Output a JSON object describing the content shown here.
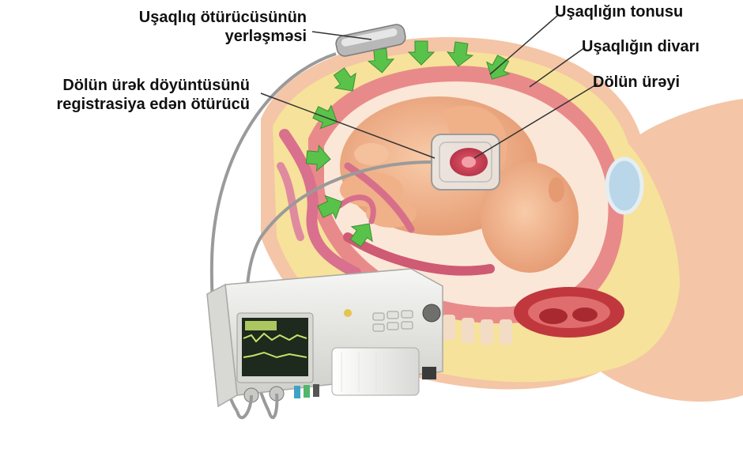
{
  "labels": {
    "transducer_placement": [
      "Uşaqlıq ötürücüsünün",
      "yerləşməsi"
    ],
    "fetal_hr_transducer": [
      "Dölün ürək döyüntüsünü",
      "registrasiya edən ötürücü"
    ],
    "uterine_tone": "Uşaqlığın tonusu",
    "uterine_wall": "Uşaqlığın divarı",
    "fetal_heart": "Dölün ürəyi"
  },
  "colors": {
    "skin": "#f4c5a6",
    "fat": "#f6e29a",
    "uterine_muscle": "#e98a8a",
    "amniotic_fluid": "#fbe7d8",
    "fetus": "#f3b58f",
    "arrow": "#59c24a",
    "monitor_body": "#e9e9e6",
    "monitor_screen": "#1d2a1d",
    "trace": "#c6e36b"
  },
  "icons": [
    "toco-transducer-icon",
    "ultrasound-transducer-icon",
    "fetal-monitor-icon",
    "contraction-arrow-icon"
  ]
}
